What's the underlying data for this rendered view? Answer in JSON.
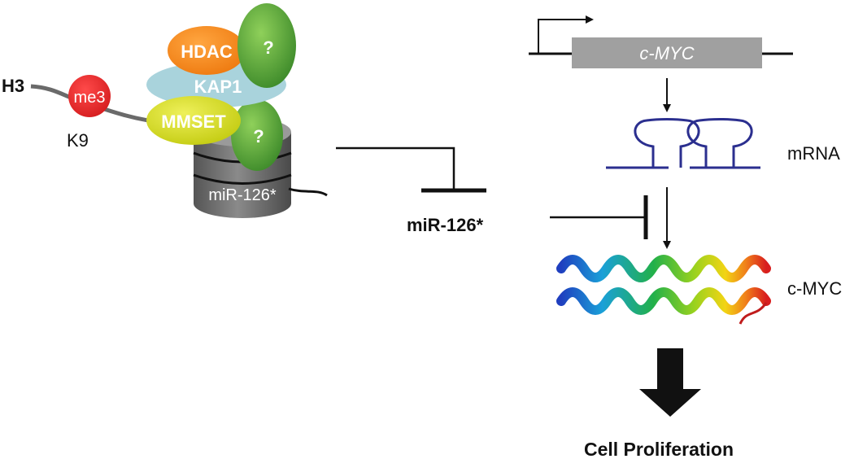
{
  "histone": {
    "tail_label": "H3",
    "mark_label": "me3",
    "residue_label": "K9",
    "nucleosome_label": "miR-126*"
  },
  "complex": {
    "hdac_label": "HDAC",
    "kap1_label": "KAP1",
    "mmset_label": "MMSET",
    "unknown_top_label": "?",
    "unknown_bottom_label": "?"
  },
  "pathway": {
    "mirna_label": "miR-126*",
    "gene_label": "c-MYC",
    "mrna_label": "mRNA",
    "protein_label": "c-MYC",
    "outcome_label": "Cell Proliferation"
  },
  "colors": {
    "hdac": "#f58b1f",
    "kap1": "#a9d3dc",
    "mmset": "#d9e21a",
    "unknown_green": "#58a83a",
    "me3": "#e8282b",
    "nucleosome": "#6f6f6f",
    "gene_box": "#a0a0a0",
    "mrna": "#2b2f8f"
  }
}
